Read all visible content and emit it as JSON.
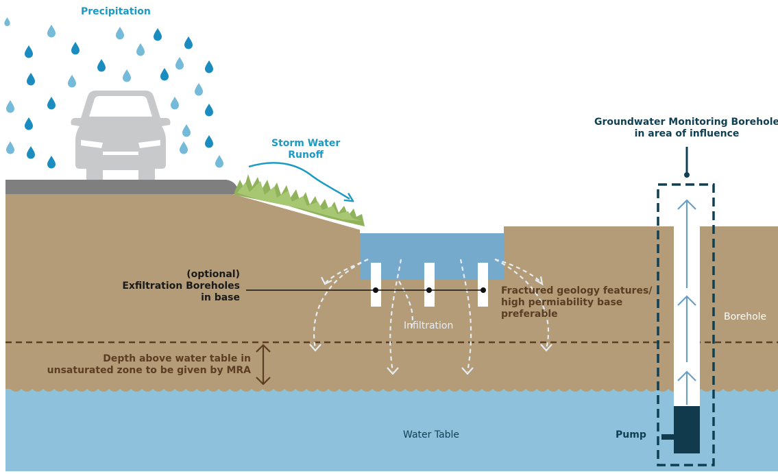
{
  "labels": {
    "precipitation": "Precipitation",
    "storm_water": [
      "Storm Water",
      "Runoff"
    ],
    "exfiltration": [
      "(optional)",
      "Exfiltration Boreholes",
      "in base"
    ],
    "fractured": [
      "Fractured geology features/",
      "high permiability base",
      "preferable"
    ],
    "infiltration": "Infiltration",
    "depth": [
      "Depth above water table in",
      "unsaturated zone to be given by MRA"
    ],
    "water_table": "Water Table",
    "monitoring": [
      "Groundwater Monitoring Borehole",
      "in area of influence"
    ],
    "borehole": "Borehole",
    "pump": "Pump"
  },
  "colors": {
    "soil": "#b49c78",
    "water": "#8ec1dc",
    "pond": "#75aacd",
    "road": "#7f7f7f",
    "grass": "#8fb25a",
    "car": "#c8c9cb",
    "raindrop": "#1b8cc0",
    "dark_teal": "#0f3f52",
    "brown_text": "#5a3d22",
    "arrow_blue": "#6a9ec4",
    "cyan_text": "#1a9ac4"
  }
}
